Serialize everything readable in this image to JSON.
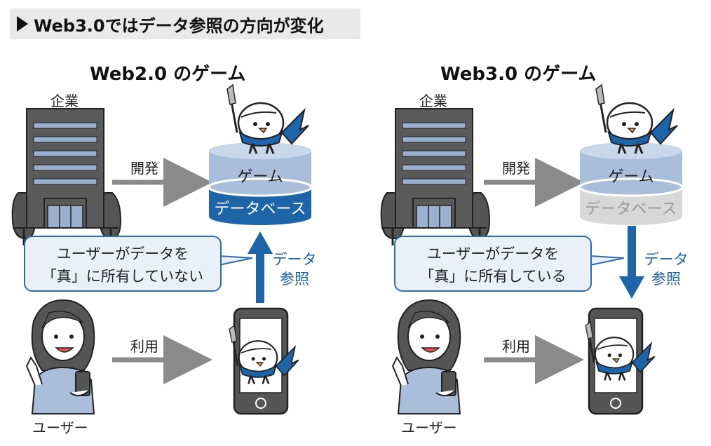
{
  "header": {
    "title": "Web3.0ではデータ参照の方向が変化"
  },
  "left": {
    "title": "Web2.0 のゲーム",
    "company_label": "企業",
    "develop_label": "開発",
    "db_top": "ゲーム",
    "db_bottom": "データベース",
    "speech_line1": "ユーザーがデータを",
    "speech_line2": "「真」に所有していない",
    "ref_line1": "データ",
    "ref_line2": "参照",
    "use_label": "利用",
    "user_label": "ユーザー"
  },
  "right": {
    "title": "Web3.0 のゲーム",
    "company_label": "企業",
    "develop_label": "開発",
    "db_top": "ゲーム",
    "db_bottom": "データベース",
    "speech_line1": "ユーザーがデータを",
    "speech_line2": "「真」に所有している",
    "ref_line1": "データ",
    "ref_line2": "参照",
    "use_label": "利用",
    "user_label": "ユーザー"
  },
  "colors": {
    "blue": "#1e64a8",
    "light_blue": "#a9bedb",
    "gray_arrow": "#8a8a8a",
    "db_gray": "#d8d8d8"
  },
  "icons": [
    "building-icon",
    "database-icon",
    "smartphone-icon",
    "user-person-icon",
    "mascot-bird-icon"
  ]
}
